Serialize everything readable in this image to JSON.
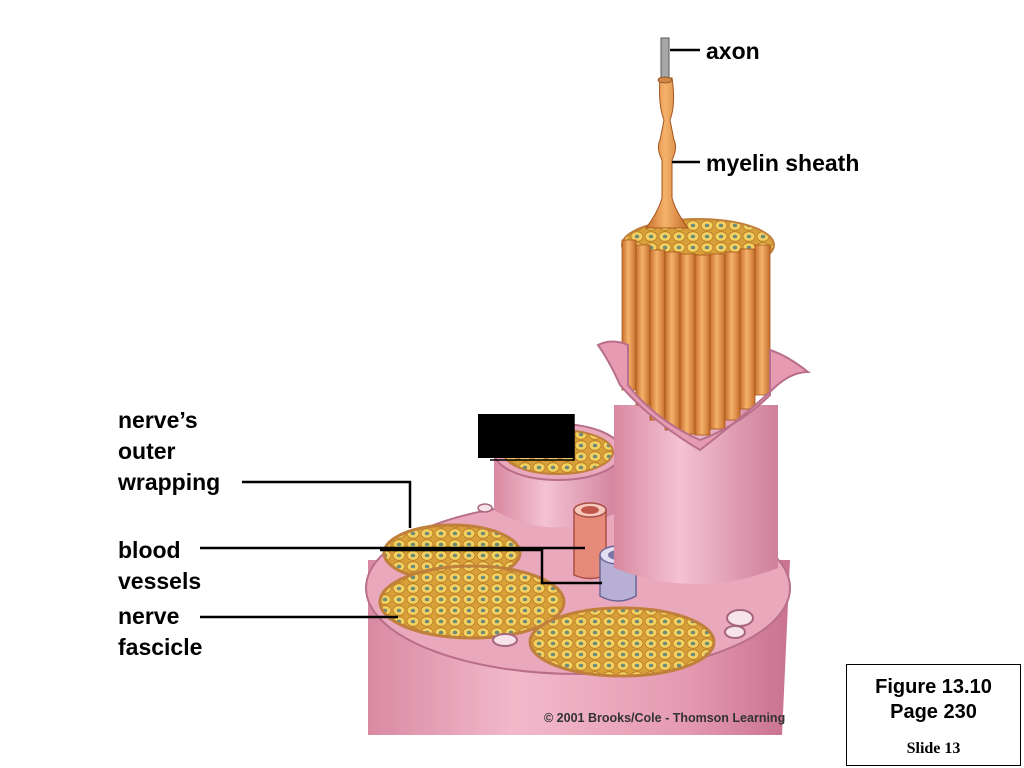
{
  "labels": {
    "axon": "axon",
    "myelin_sheath": "myelin sheath",
    "outer_wrapping": "nerve’s\nouter\nwrapping",
    "blood_vessels": "blood\nvessels",
    "nerve_fascicle": "nerve\nfascicle"
  },
  "copyright": "© 2001 Brooks/Cole - Thomson Learning",
  "figure_box": {
    "figure": "Figure 13.10",
    "page": "Page 230",
    "slide": "Slide 13"
  },
  "colors": {
    "nerve_pink": "#e7a0b6",
    "nerve_pink_dark": "#c77a94",
    "fiber_orange": "#ec9a4c",
    "fiber_yellow": "#f3c94a",
    "vessel_red": "#e88a7a",
    "vessel_lavender": "#b8b0d4"
  },
  "icons": {
    "leader_line": "thin black leader line",
    "black_rectangle": "black filled rectangle"
  }
}
